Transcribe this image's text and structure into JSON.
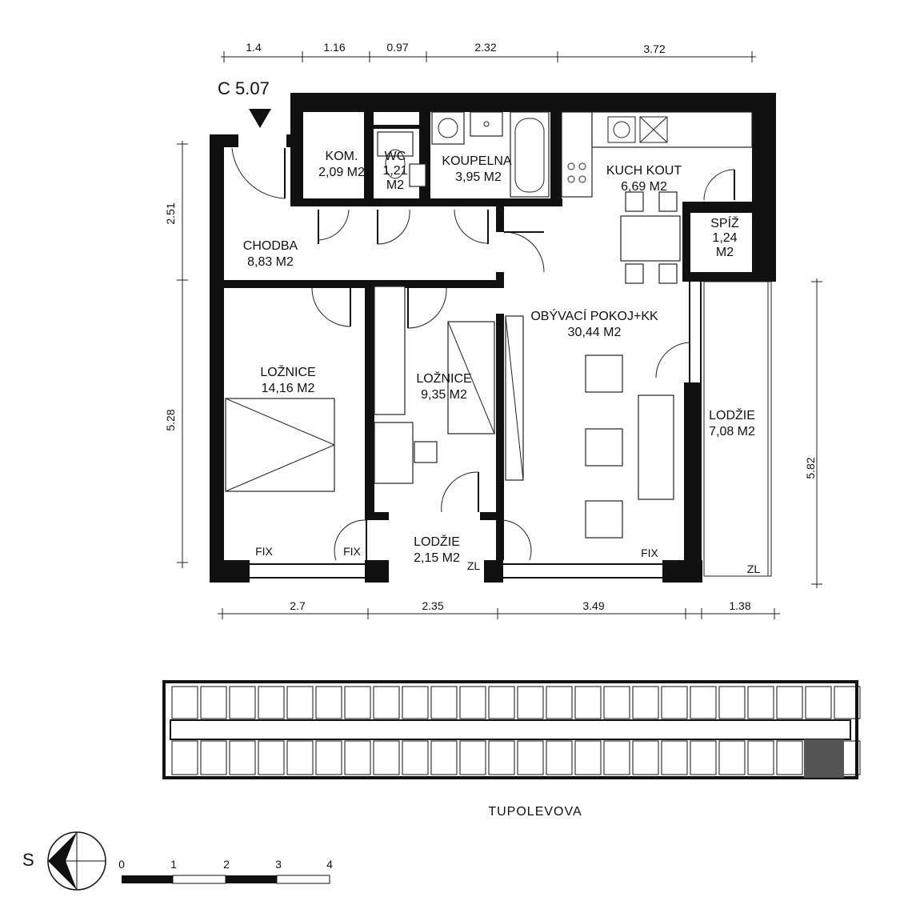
{
  "unit_label": "C 5.07",
  "rooms": [
    {
      "name": "KOM.",
      "area": "2,09 M2"
    },
    {
      "name": "WC",
      "area": "1,21",
      "area2": "M2"
    },
    {
      "name": "KOUPELNA",
      "area": "3,95 M2"
    },
    {
      "name": "KUCH KOUT",
      "area": "6,69 M2"
    },
    {
      "name": "SPÍŽ",
      "area": "1,24",
      "area2": "M2"
    },
    {
      "name": "CHODBA",
      "area": "8,83 M2"
    },
    {
      "name": "OBÝVACÍ POKOJ+KK",
      "area": "30,44 M2"
    },
    {
      "name": "LOŽNICE",
      "area": "14,16 M2"
    },
    {
      "name": "LOŽNICE",
      "area": "9,35 M2"
    },
    {
      "name": "LODŽIE",
      "area": "7,08 M2"
    },
    {
      "name": "LODŽIE",
      "area": "2,15 M2"
    }
  ],
  "dims_top": [
    "1.4",
    "1.16",
    "0.97",
    "2.32",
    "3.72"
  ],
  "dims_bottom": [
    "2.7",
    "2.35",
    "3.49",
    "1.38"
  ],
  "dims_left": [
    "2.51",
    "5.28"
  ],
  "dims_right": [
    "5.82"
  ],
  "window_marks": [
    "FIX",
    "FIX",
    "FIX",
    "ZL",
    "ZL"
  ],
  "street_name": "TUPOLEVOVA",
  "north_label": "S",
  "scale_labels": [
    "0",
    "1",
    "2",
    "3",
    "4"
  ],
  "colors": {
    "ink": "#111111",
    "paper": "#ffffff",
    "highlight": "#555555"
  }
}
